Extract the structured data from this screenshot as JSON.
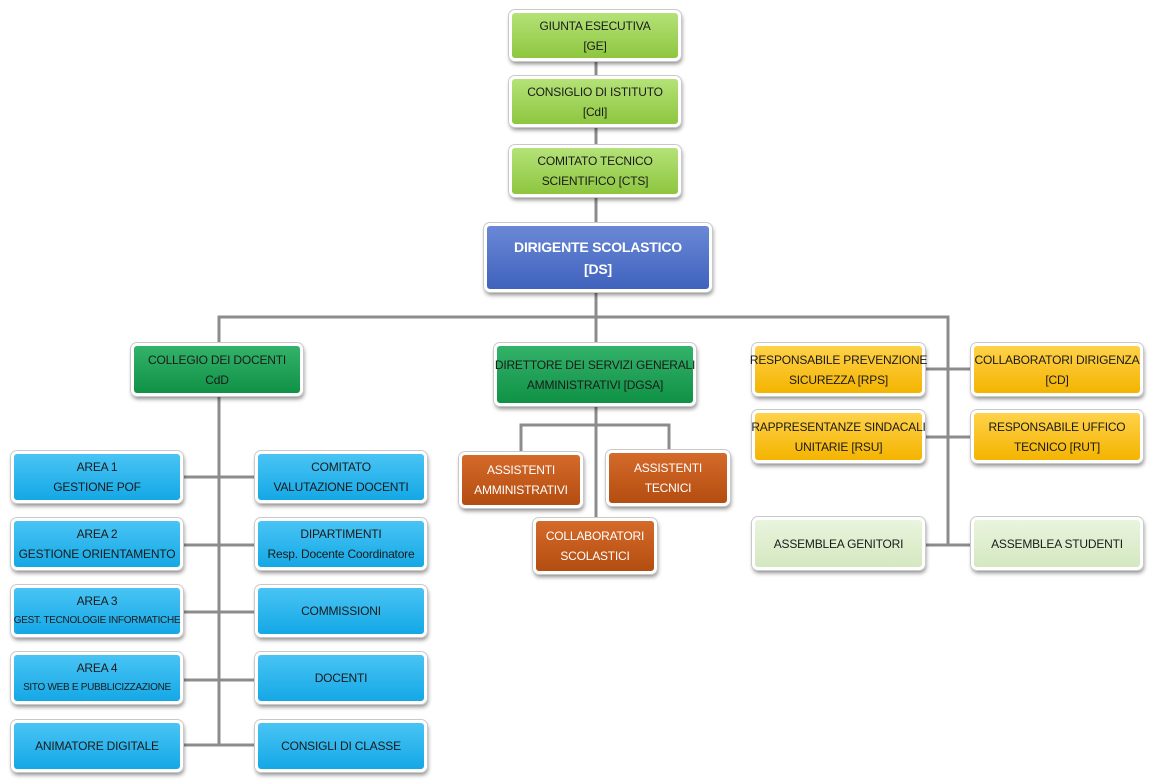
{
  "nodes": {
    "ge": {
      "line1": "GIUNTA ESECUTIVA",
      "line2": "[GE]"
    },
    "cdi": {
      "line1": "CONSIGLIO DI ISTITUTO",
      "line2": "[CdI]"
    },
    "cts": {
      "line1": "COMITATO TECNICO",
      "line2": "SCIENTIFICO [CTS]"
    },
    "ds": {
      "line1": "DIRIGENTE SCOLASTICO",
      "line2": "[DS]"
    },
    "cdd": {
      "line1": "COLLEGIO DEI DOCENTI",
      "line2": "CdD"
    },
    "dgsa": {
      "line1": "DIRETTORE DEI SERVIZI GENERALI",
      "line2": "AMMINISTRATIVI [DGSA]"
    },
    "rps": {
      "line1": "RESPONSABILE PREVENZIONE",
      "line2": "SICUREZZA [RPS]"
    },
    "cd": {
      "line1": "COLLABORATORI DIRIGENZA",
      "line2": "[CD]"
    },
    "rsu": {
      "line1": "RAPPRESENTANZE SINDACALI",
      "line2": "UNITARIE [RSU]"
    },
    "rut": {
      "line1": "RESPONSABILE UFFICO",
      "line2": "TECNICO [RUT]"
    },
    "genitori": {
      "line1": "ASSEMBLEA GENITORI"
    },
    "studenti": {
      "line1": "ASSEMBLEA STUDENTI"
    },
    "assistenti_amm": {
      "line1": "ASSISTENTI",
      "line2": "AMMINISTRATIVI"
    },
    "assistenti_tec": {
      "line1": "ASSISTENTI",
      "line2": "TECNICI"
    },
    "collaboratori_scol": {
      "line1": "COLLABORATORI",
      "line2": "SCOLASTICI"
    },
    "area1": {
      "line1": "AREA 1",
      "line2": "GESTIONE POF"
    },
    "area2": {
      "line1": "AREA  2",
      "line2": "GESTIONE ORIENTAMENTO"
    },
    "area3": {
      "line1": "AREA  3",
      "line2": "GEST.  TECNOLOGIE    INFORMATICHE"
    },
    "area4": {
      "line1": "AREA 4",
      "line2": "SITO WEB E PUBBLICIZZAZIONE"
    },
    "animatore": {
      "line1": "ANIMATORE DIGITALE"
    },
    "comitato_val": {
      "line1": "COMITATO",
      "line2": "VALUTAZIONE DOCENTI"
    },
    "dipartimenti": {
      "line1": "DIPARTIMENTI",
      "line2": "Resp. Docente Coordinatore"
    },
    "commissioni": {
      "line1": "COMMISSIONI"
    },
    "docenti": {
      "line1": "DOCENTI"
    },
    "consigli": {
      "line1": "CONSIGLI DI CLASSE"
    }
  },
  "colors": {
    "governance": "#8ec63f",
    "head": "#3f62bc",
    "faculty_board": "#0f9146",
    "admin_staff": "#b34d10",
    "support_roles": "#f4b400",
    "assemblies": "#d3e8c0",
    "faculty_units": "#14a8e6",
    "connector": "#8c8c8c"
  }
}
